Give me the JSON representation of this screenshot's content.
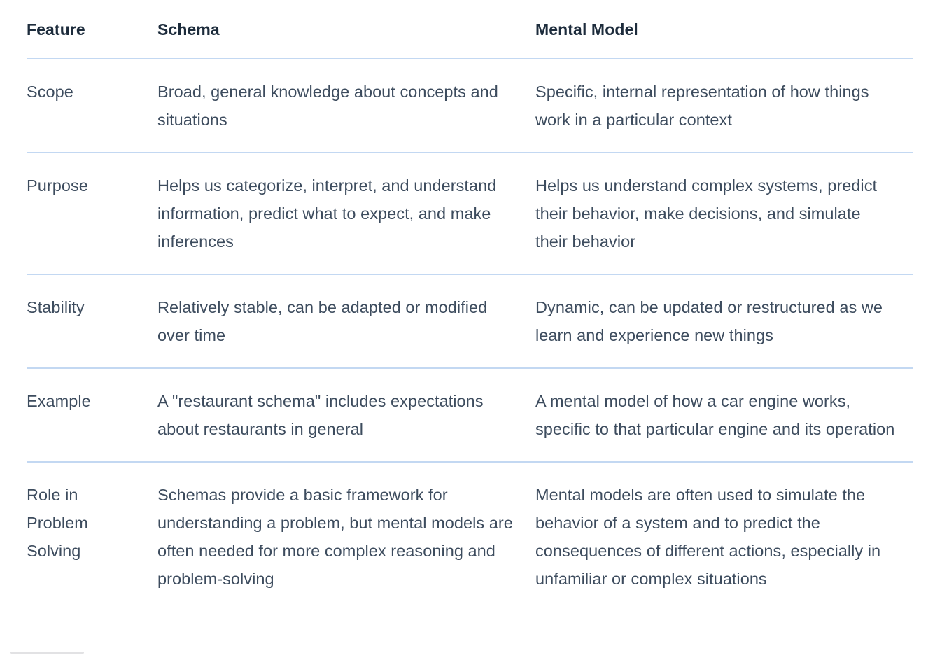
{
  "page": {
    "background_color": "#ffffff",
    "divider_color": "#c3d8f2",
    "header_text_color": "#1d2c3c",
    "body_text_color": "#3d4c5e",
    "bottom_rule_color": "#e2e2e4"
  },
  "table": {
    "headers": {
      "feature": "Feature",
      "schema": "Schema",
      "mental_model": "Mental Model"
    },
    "rows": [
      {
        "feature": "Scope",
        "schema": "Broad, general knowledge about concepts and situations",
        "mental_model": "Specific, internal representation of how things work in a particular context"
      },
      {
        "feature": "Purpose",
        "schema": "Helps us categorize, interpret, and understand information, predict what to expect, and make inferences",
        "mental_model": "Helps us understand complex systems, predict their behavior, make decisions, and simulate their behavior"
      },
      {
        "feature": "Stability",
        "schema": "Relatively stable, can be adapted or modified over time",
        "mental_model": "Dynamic, can be updated or restructured as we learn and experience new things"
      },
      {
        "feature": "Example",
        "schema": "A \"restaurant schema\" includes expectations about restaurants in general",
        "mental_model": "A mental model of how a car engine works, specific to that particular engine and its operation"
      },
      {
        "feature": "Role in Problem Solving",
        "schema": "Schemas provide a basic framework for understanding a problem, but mental models are often needed for more complex reasoning and problem-solving",
        "mental_model": "Mental models are often used to simulate the behavior of a system and to predict the consequences of different actions, especially in unfamiliar or complex situations"
      }
    ]
  }
}
